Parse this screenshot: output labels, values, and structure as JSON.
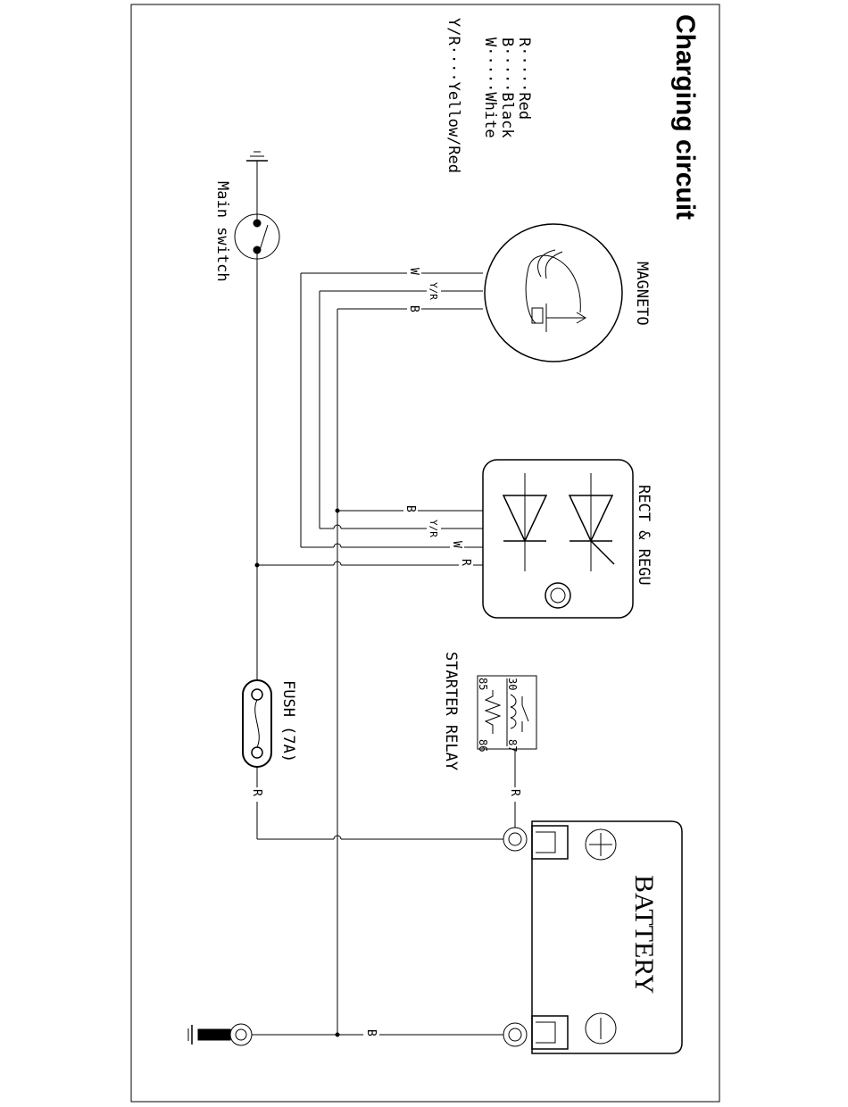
{
  "title": "Charging circuit",
  "legend": [
    "R·····Red",
    "B·····Black",
    "W·····White",
    "Y/R····Yellow/Red"
  ],
  "components": {
    "magneto": "MAGNETO",
    "rect_regu": "RECT & REGU",
    "starter_relay": "STARTER RELAY",
    "fuse": "FUSH (7A)",
    "battery": "BATTERY",
    "main_switch": "Main switch"
  },
  "relay_pins": [
    "30",
    "85",
    "86",
    "87"
  ],
  "wire_labels": {
    "magneto_w": "W",
    "magneto_yr": "Y/R",
    "magneto_b": "B",
    "reg_b": "B",
    "reg_yr": "Y/R",
    "reg_w": "W",
    "reg_r": "R",
    "relay_r": "R",
    "fuse_r": "R",
    "ground_b": "B"
  },
  "battery_terminals": {
    "positive": "+",
    "negative": "−"
  },
  "colors": {
    "line": "#000000",
    "background": "#ffffff"
  }
}
